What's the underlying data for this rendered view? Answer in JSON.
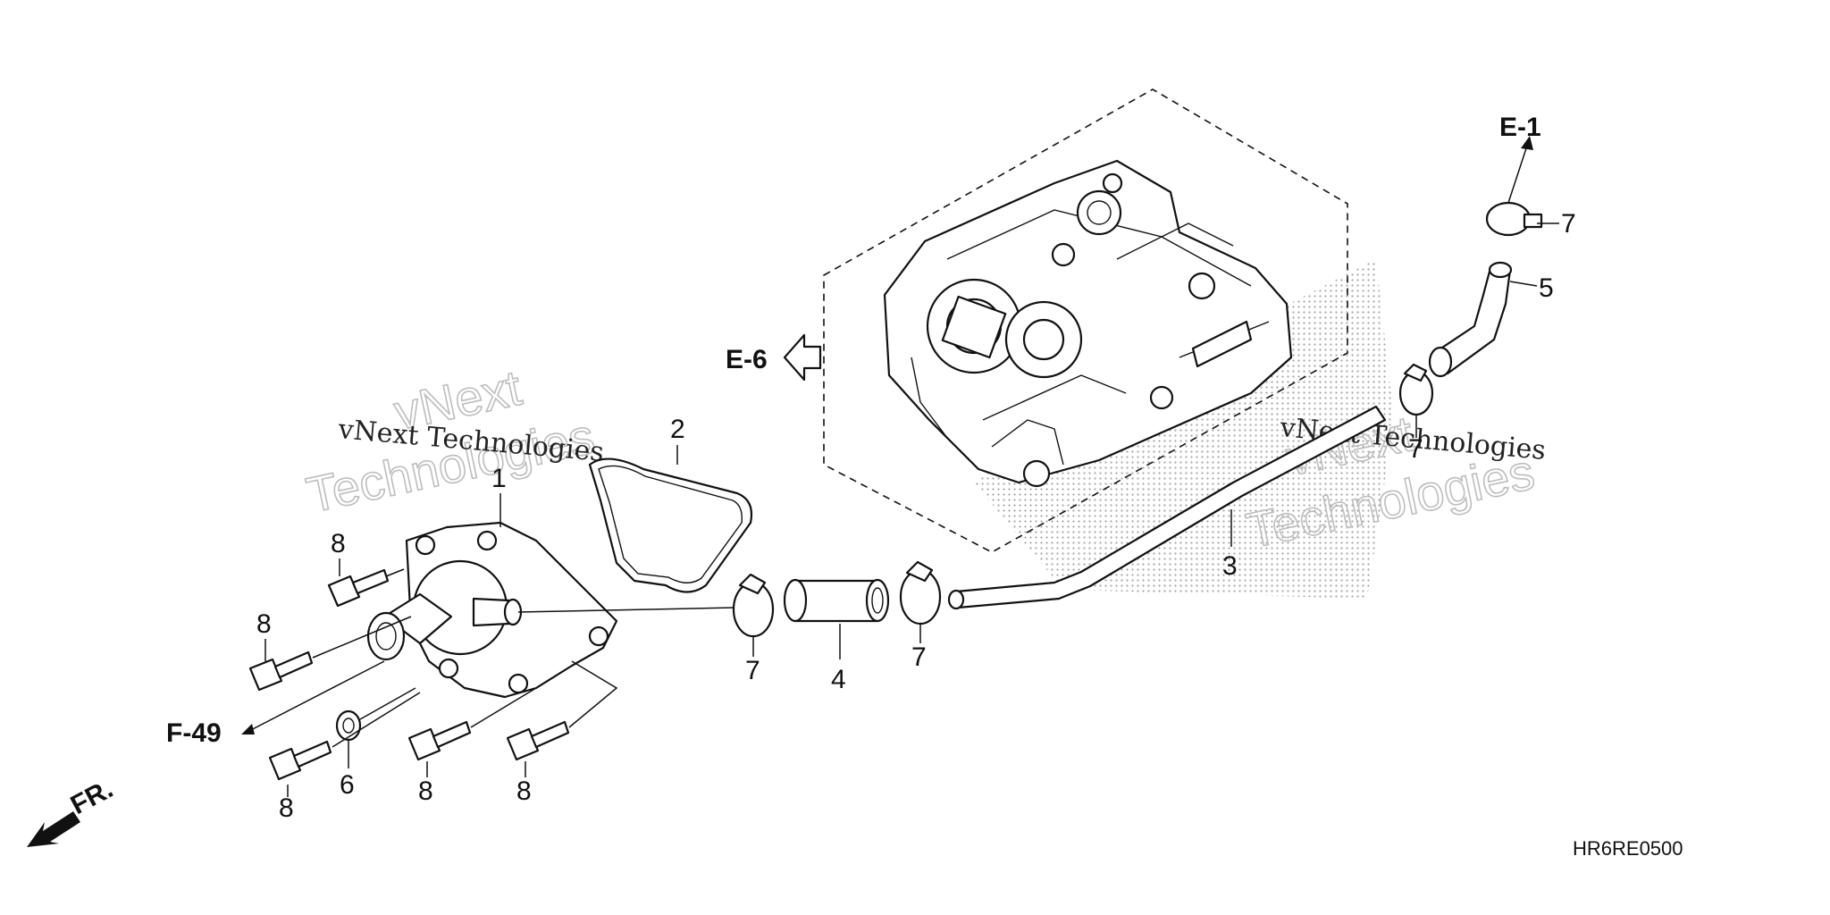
{
  "diagram_code": "HR6RE0500",
  "references": {
    "e1": "E-1",
    "e6": "E-6",
    "f49": "F-49",
    "fr": "FR."
  },
  "callouts": {
    "housing": "1",
    "gasket": "2",
    "pipe": "3",
    "joint_hose": "4",
    "hose": "5",
    "washer": "6",
    "clamp_top": "7",
    "clamp_mid": "7",
    "clamp_left": "7",
    "clamp_right": "7",
    "bolt_a": "8",
    "bolt_b": "8",
    "bolt_c": "8",
    "bolt_d": "8",
    "bolt_e": "8"
  },
  "watermark": {
    "line_small": "vNext Technologies",
    "line_big_1": "vNext",
    "line_big_2": "Technologies"
  },
  "colors": {
    "ink": "#111111",
    "watermark_outline": "#bdbdbd",
    "stipple": "#9a9a9a"
  }
}
